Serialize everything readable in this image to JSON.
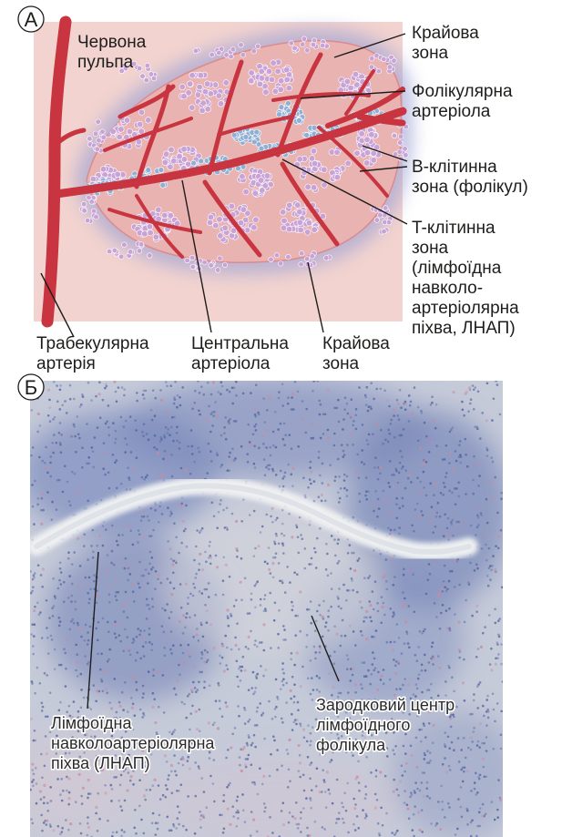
{
  "panel_a": {
    "letter": "А",
    "labels": {
      "red_pulp": [
        "Червона",
        "пульпа"
      ],
      "marginal_zone_top": [
        "Крайова",
        "зона"
      ],
      "follicular_arteriole": [
        "Фолікулярна",
        "артеріола"
      ],
      "b_cell_zone": [
        "B-клітинна",
        "зона (фолікул)"
      ],
      "t_cell_zone": [
        "T-клітинна",
        "зона",
        "(лімфоїдна",
        "навколо-",
        "артеріолярна",
        "піхва, ЛНАП)"
      ],
      "trabecular_artery": [
        "Трабекулярна",
        "артерія"
      ],
      "central_arteriole": [
        "Центральна",
        "артеріола"
      ],
      "marginal_zone_bottom": [
        "Крайова",
        "зона"
      ]
    },
    "colors": {
      "background": "#f2d3cf",
      "vessel": "#c8343f",
      "follicle_fill": "#e8b3b0",
      "b_cell": "#c9a3d6",
      "t_cell": "#8fb0d4",
      "halo": "#9a9fd3"
    }
  },
  "panel_b": {
    "letter": "Б",
    "labels": {
      "lnap": [
        "Лімфоїдна",
        "навколоартеріолярна",
        "піхва (ЛНАП)"
      ],
      "germinal_center": [
        "Зародковий центр",
        "лімфоїдного",
        "фолікула"
      ]
    },
    "colors": {
      "tissue_base": "#c6cbd9",
      "lymphocyte": "#4c5f9c",
      "red_cell": "#c98aa0",
      "vessel_wall": "#e9ecef"
    }
  }
}
